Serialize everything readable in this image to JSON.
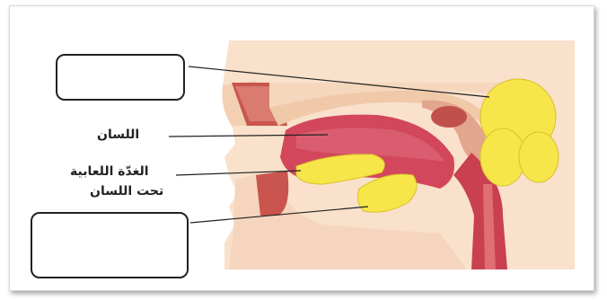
{
  "labels": {
    "tongue": "اللسان",
    "sublingual_line1": "الغدّة اللعابية",
    "sublingual_line2": "تحت اللسان"
  },
  "answer_boxes": {
    "top": "",
    "bottom": ""
  },
  "colors": {
    "skin": "#f5dcc4",
    "tongue": "#d2475c",
    "gland": "#f7e64a",
    "tissue": "#b94a48",
    "background_tint": "#fbe9da"
  }
}
